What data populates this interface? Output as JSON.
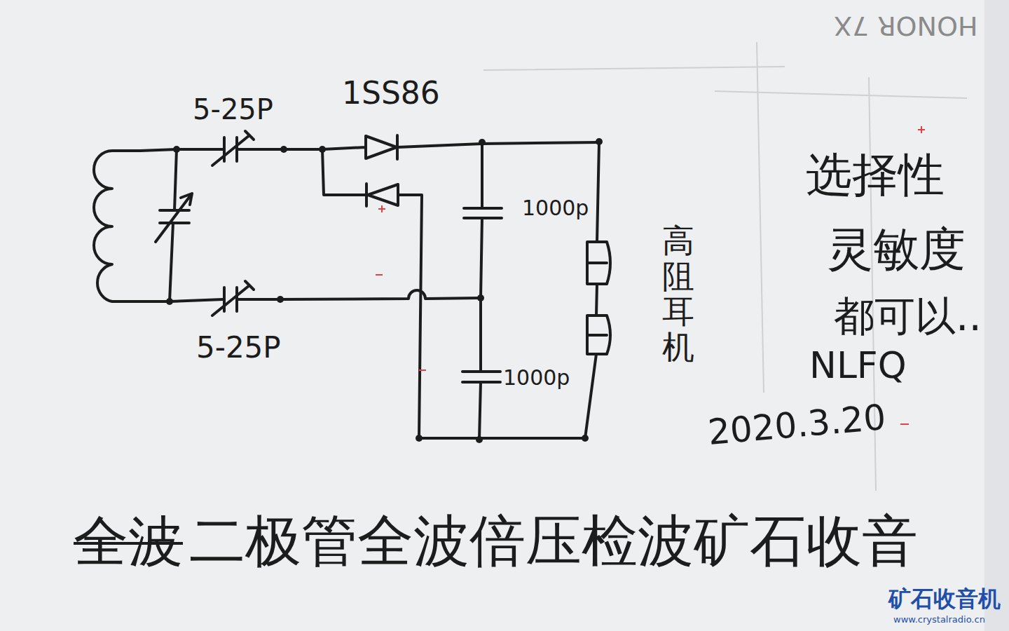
{
  "diagram": {
    "labels": [
      "5-25P",
      "1SS86",
      "1000p",
      "1000p",
      "5-25P",
      "高阻耳机",
      "选择性",
      "灵敏度",
      "都可以..",
      "NLFQ",
      "2020.3.20",
      "全波",
      "二极管全波倍压检波矿石收音",
      "HONOR 7X",
      "矿石收音机",
      "www.crystalradio.cn"
    ]
  }
}
